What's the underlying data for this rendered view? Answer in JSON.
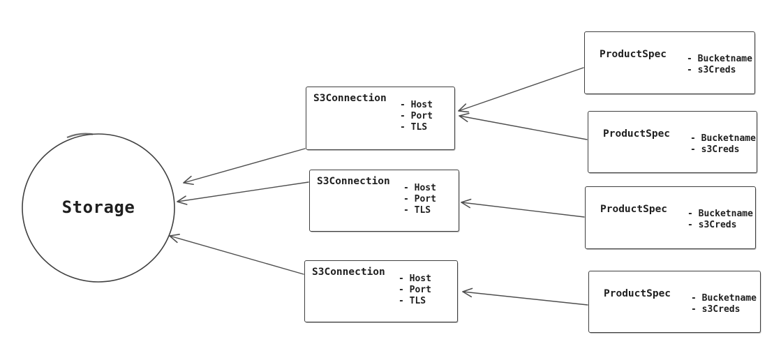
{
  "diagram": {
    "storage": {
      "label": "Storage"
    },
    "s3_connections": [
      {
        "title": "S3Connection",
        "attrs": [
          "- Host",
          "- Port",
          "- TLS"
        ]
      },
      {
        "title": "S3Connection",
        "attrs": [
          "- Host",
          "- Port",
          "- TLS"
        ]
      },
      {
        "title": "S3Connection",
        "attrs": [
          "- Host",
          "- Port",
          "- TLS"
        ]
      }
    ],
    "product_specs": [
      {
        "title": "ProductSpec",
        "attrs": [
          "- Bucketname",
          "- s3Creds"
        ]
      },
      {
        "title": "ProductSpec",
        "attrs": [
          "- Bucketname",
          "- s3Creds"
        ]
      },
      {
        "title": "ProductSpec",
        "attrs": [
          "- Bucketname",
          "- s3Creds"
        ]
      },
      {
        "title": "ProductSpec",
        "attrs": [
          "- Bucketname",
          "- s3Creds"
        ]
      }
    ],
    "colors": {
      "stroke": "#3f3f3f",
      "arrow": "#4e4e4e",
      "text": "#1e1e1e",
      "background": "#ffffff"
    }
  }
}
